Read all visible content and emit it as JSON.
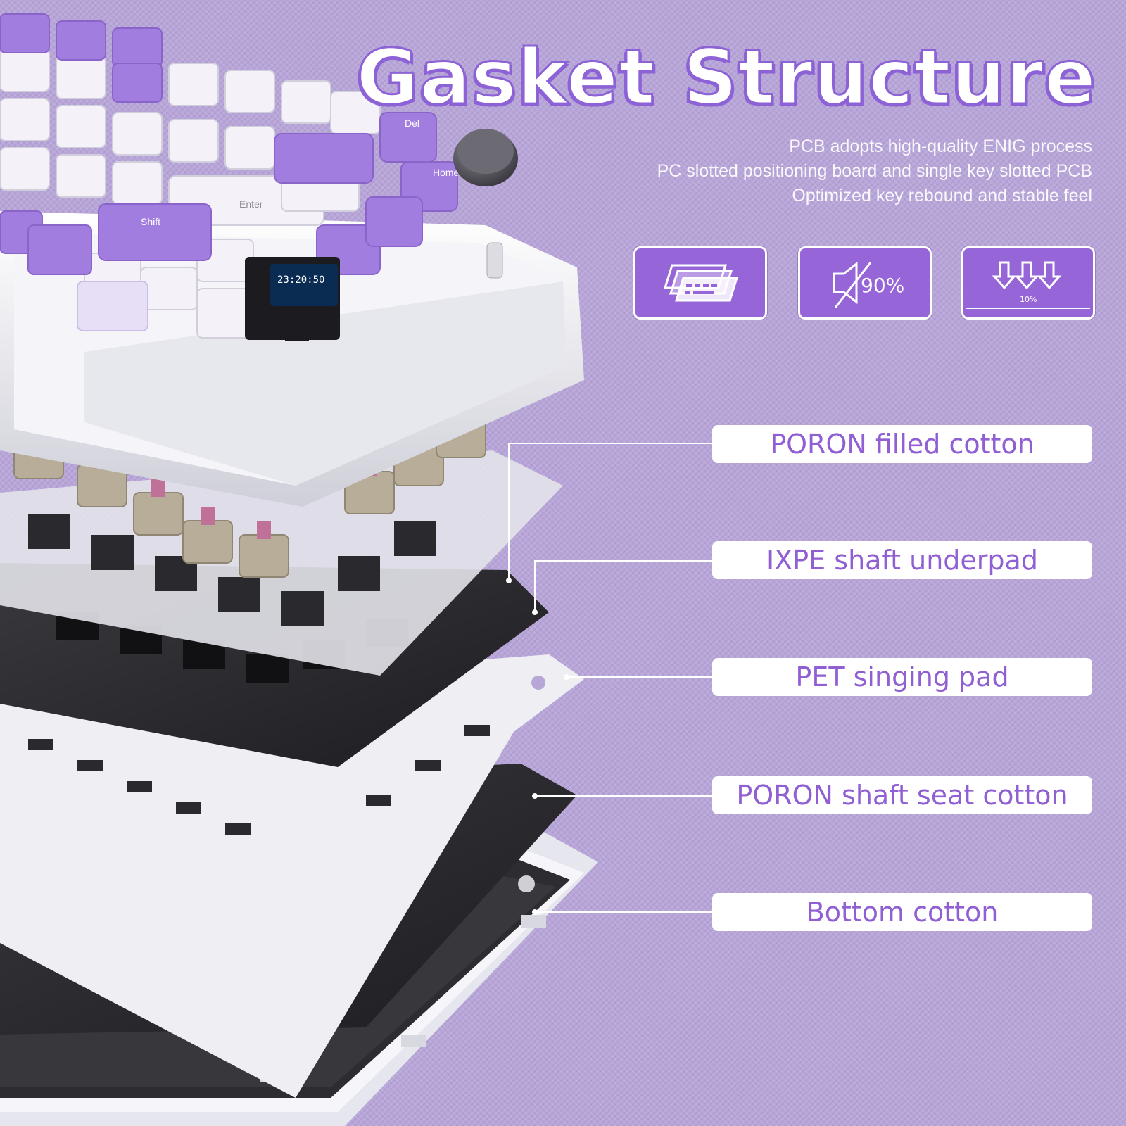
{
  "title": "Gasket Structure",
  "subtitle_lines": [
    "PCB adopts high-quality ENIG process",
    "PC slotted positioning board and single key slotted PCB",
    "Optimized key rebound and stable feel"
  ],
  "feature_icons": [
    {
      "icon": "layered-plates-icon"
    },
    {
      "icon": "muted-speaker-icon",
      "text": "90%"
    },
    {
      "icon": "rebound-arrows-icon",
      "text": "10%"
    }
  ],
  "layers": [
    {
      "label": "PORON filled cotton"
    },
    {
      "label": "IXPE shaft underpad"
    },
    {
      "label": "PET singing pad"
    },
    {
      "label": "PORON shaft seat cotton"
    },
    {
      "label": "Bottom cotton"
    }
  ],
  "screen_time": "23:20:50",
  "colors": {
    "background": "#b8a6d8",
    "accent_purple": "#9666d9",
    "label_text": "#8f5fd3",
    "key_white": "#f4f2f8",
    "key_purple": "#a27de0",
    "plate_black": "#2a292d",
    "frame_white": "#ededf2"
  }
}
